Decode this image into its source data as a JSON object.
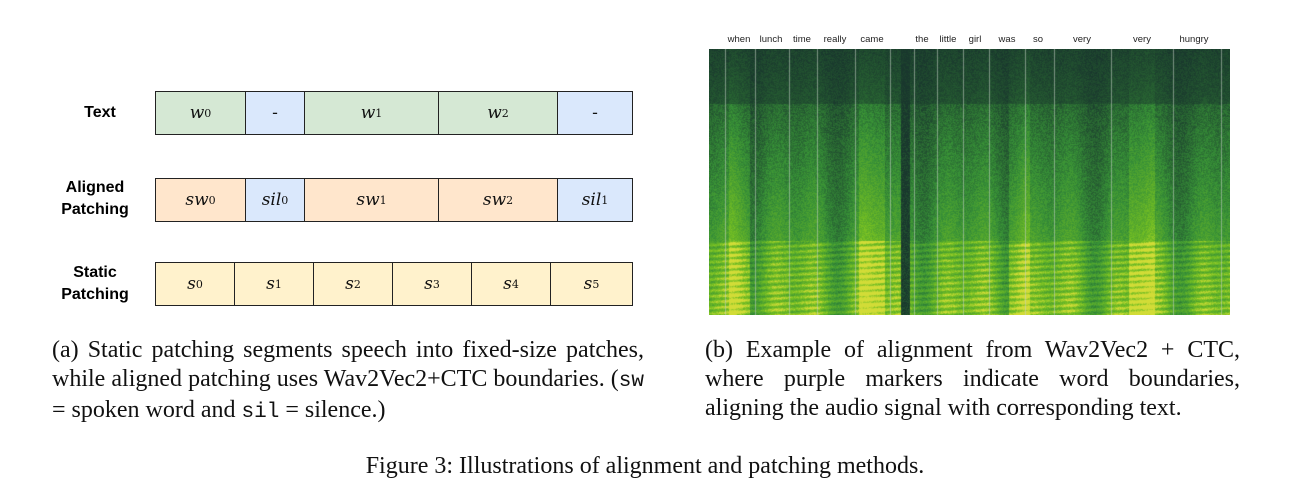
{
  "panel_a": {
    "rows": [
      {
        "label": "Text",
        "segments": [
          {
            "base": "w",
            "sub": "0",
            "color": "green",
            "italic": true
          },
          {
            "base": "-",
            "sub": "",
            "color": "blue",
            "italic": false
          },
          {
            "base": "w",
            "sub": "1",
            "color": "green",
            "italic": true
          },
          {
            "base": "w",
            "sub": "2",
            "color": "green",
            "italic": true
          },
          {
            "base": "-",
            "sub": "",
            "color": "blue",
            "italic": false
          }
        ]
      },
      {
        "label": "Aligned Patching",
        "segments": [
          {
            "base": "sw",
            "sub": "0",
            "color": "peach",
            "italic": true
          },
          {
            "base": "sil",
            "sub": "0",
            "color": "blue",
            "italic": true
          },
          {
            "base": "sw",
            "sub": "1",
            "color": "peach",
            "italic": true
          },
          {
            "base": "sw",
            "sub": "2",
            "color": "peach",
            "italic": true
          },
          {
            "base": "sil",
            "sub": "1",
            "color": "blue",
            "italic": true
          }
        ]
      },
      {
        "label": "Static Patching",
        "segments": [
          {
            "base": "s",
            "sub": "0",
            "color": "cream",
            "italic": true
          },
          {
            "base": "s",
            "sub": "1",
            "color": "cream",
            "italic": true
          },
          {
            "base": "s",
            "sub": "2",
            "color": "cream",
            "italic": true
          },
          {
            "base": "s",
            "sub": "3",
            "color": "cream",
            "italic": true
          },
          {
            "base": "s",
            "sub": "4",
            "color": "cream",
            "italic": true
          },
          {
            "base": "s",
            "sub": "5",
            "color": "cream",
            "italic": true
          }
        ]
      }
    ],
    "caption": {
      "part1": "(a) Static patching segments speech into fixed-size patches, while aligned patching uses Wav2Vec2+CTC boundaries. (",
      "sw_code": "sw",
      "part2": " = spoken word and ",
      "sil_code": "sil",
      "part3": " = silence.)"
    }
  },
  "panel_b": {
    "words": [
      "when",
      "lunch",
      "time",
      "really",
      "came",
      "the",
      "little",
      "girl",
      "was",
      "so",
      "very",
      "very",
      "hungry"
    ],
    "caption": "(b) Example of alignment from Wav2Vec2 + CTC, where purple markers indicate word boundaries, aligning the audio signal with corresponding text."
  },
  "figure_caption": "Figure 3: Illustrations of alignment and patching methods.",
  "colors": {
    "green": "#d5e8d4",
    "blue": "#dae8fc",
    "peach": "#ffe6cc",
    "cream": "#fff2cc",
    "spectro_dark": "#1f3d33",
    "spectro_mid": "#3f8a3a",
    "spectro_bright": "#c6d23a"
  }
}
